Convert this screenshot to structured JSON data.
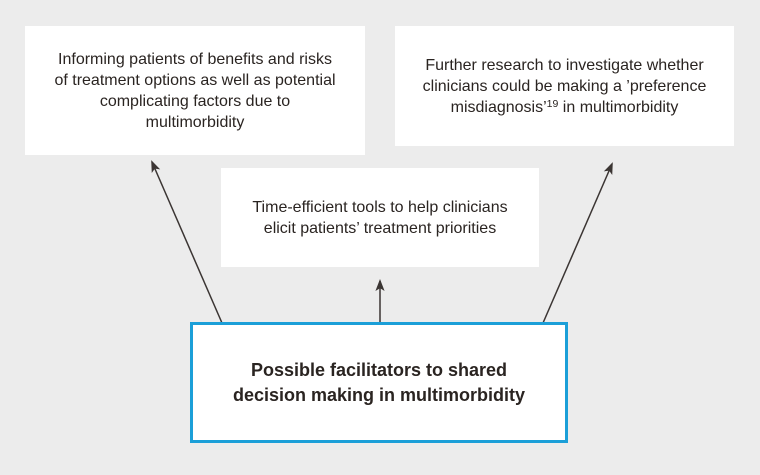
{
  "colors": {
    "background": "#ececec",
    "box_fill": "#ffffff",
    "text": "#2a2421",
    "arrow": "#3b3533",
    "root_border": "#1b9fd8"
  },
  "boxes": {
    "facilitator_inform": {
      "text": "Informing patients of benefits and risks of treatment options as well as potential complicating factors due to multimorbidity"
    },
    "facilitator_research": {
      "text_before_sup": "Further research to investigate whether clinicians could be making a ’preference misdiagnosis’",
      "sup": "19",
      "text_after_sup": " in multimorbidity"
    },
    "facilitator_tools": {
      "text": "Time-efficient tools to help clinicians elicit patients’ treatment priorities"
    },
    "root": {
      "text": "Possible facilitators to shared decision making in multimorbidity"
    }
  }
}
